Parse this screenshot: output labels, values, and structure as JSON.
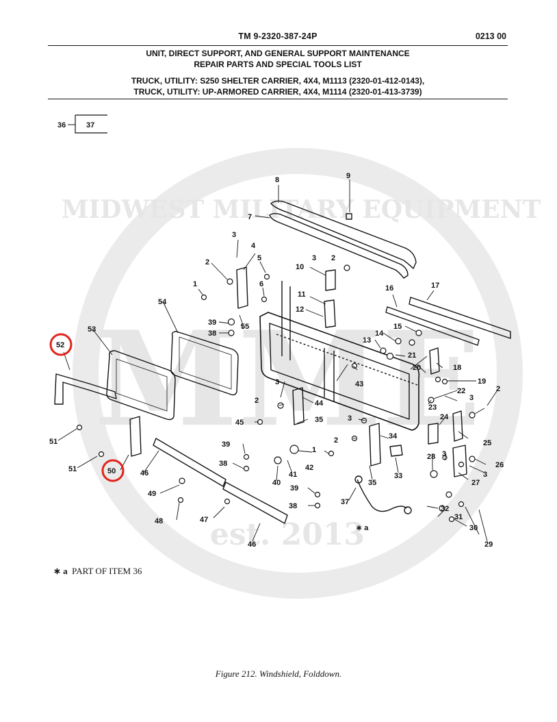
{
  "header": {
    "tm_number": "TM 9-2320-387-24P",
    "work_package": "0213 00",
    "title_line1": "UNIT, DIRECT SUPPORT, AND GENERAL SUPPORT MAINTENANCE",
    "title_line2": "REPAIR PARTS AND SPECIAL TOOLS LIST",
    "vehicle_line1": "TRUCK, UTILITY: S250 SHELTER CARRIER, 4X4, M1113 (2320-01-412-0143),",
    "vehicle_line2": "TRUCK, UTILITY: UP-ARMORED CARRIER, 4X4, M1114 (2320-01-413-3739)"
  },
  "assembly_ref": {
    "parent": "36",
    "child": "37"
  },
  "watermark": {
    "top_text": "MIDWEST MILITARY EQUIPMENT",
    "center_text": "MME",
    "bottom_text": "est. 2013"
  },
  "callouts": [
    "1",
    "2",
    "3",
    "4",
    "5",
    "6",
    "7",
    "8",
    "9",
    "10",
    "11",
    "12",
    "13",
    "14",
    "15",
    "16",
    "17",
    "18",
    "19",
    "20",
    "21",
    "22",
    "23",
    "24",
    "25",
    "26",
    "27",
    "28",
    "29",
    "30",
    "31",
    "32",
    "33",
    "34",
    "35",
    "36",
    "37",
    "38",
    "39",
    "40",
    "41",
    "42",
    "43",
    "44",
    "45",
    "46",
    "47",
    "48",
    "49",
    "50",
    "51",
    "52",
    "53",
    "54",
    "55"
  ],
  "highlighted_items": [
    "52",
    "50"
  ],
  "highlight_color": "#e0241b",
  "footnote": {
    "marker": "∗ a",
    "text": "PART OF ITEM  36"
  },
  "harness_note": "∗ a",
  "caption": "Figure 212.  Windshield, Folddown."
}
